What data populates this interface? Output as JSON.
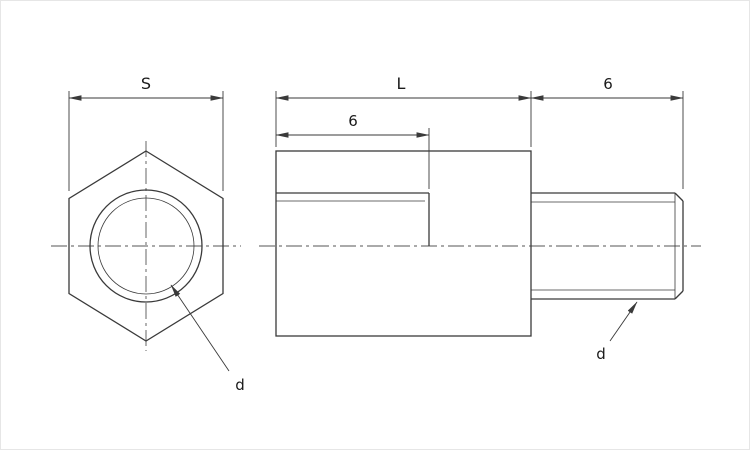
{
  "drawing": {
    "view_front": {
      "dim_across_flats": "S",
      "thread_label": "d"
    },
    "view_side": {
      "dim_overall_length": "L",
      "dim_thread_depth": "6",
      "dim_stud_length": "6",
      "thread_label": "d"
    },
    "colors": {
      "line": "#3a3a3a",
      "centerline": "#555555",
      "background": "#ffffff"
    }
  }
}
